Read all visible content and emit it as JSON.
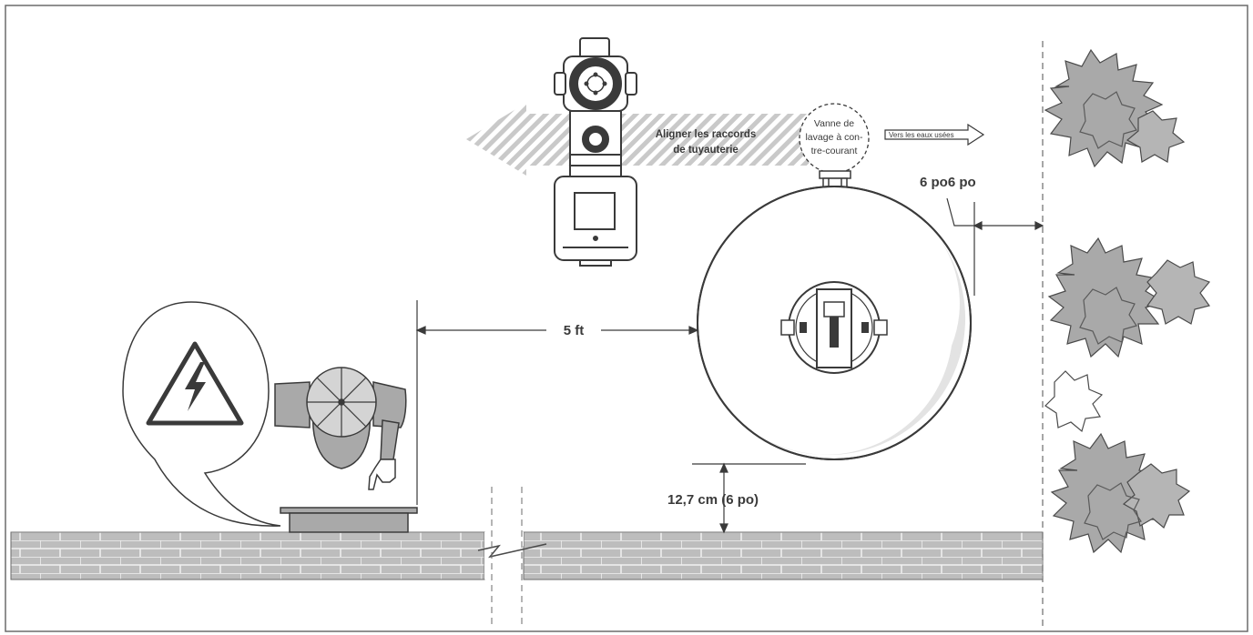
{
  "diagram": {
    "labels": {
      "align_pipes_line1": "Aligner les raccords",
      "align_pipes_line2": "de tuyauterie",
      "backwash_valve_line1": "Vanne de",
      "backwash_valve_line2": "lavage à con-",
      "backwash_valve_line3": "tre-courant",
      "to_waste": "Vers les eaux usées",
      "fence_clearance": "6 po6 po",
      "outlet_distance": "5 ft",
      "wall_clearance": "12,7 cm (6 po)"
    },
    "colors": {
      "outline": "#3a3a3a",
      "gray_fill": "#a9a9a9",
      "light_gray": "#d4d4d4",
      "brick_fill": "#bdbdbd",
      "arrow_stripe": "#c9c9c9"
    },
    "icons": [
      "electrical-hazard-icon",
      "pointing-hand-icon",
      "shrub-icon",
      "pump-icon",
      "filter-tank-icon"
    ]
  }
}
